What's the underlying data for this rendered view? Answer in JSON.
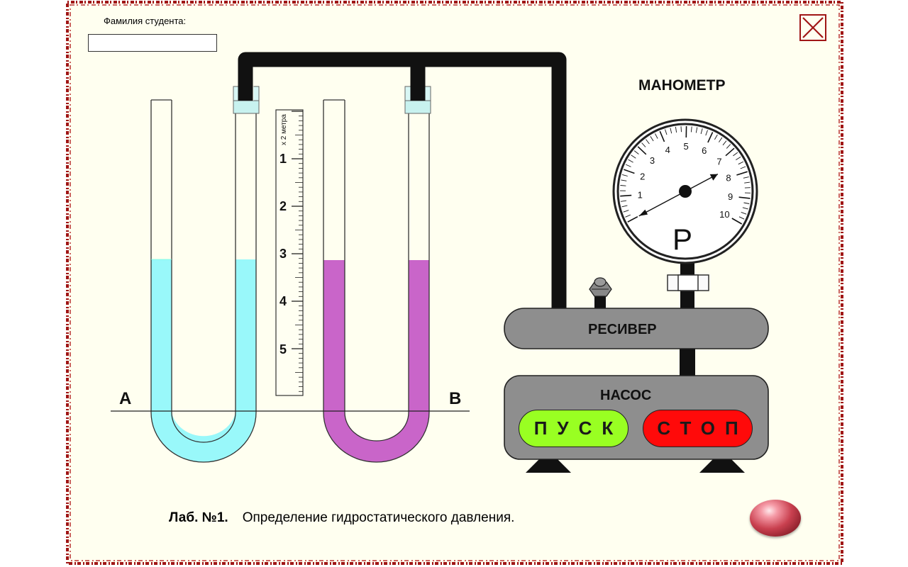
{
  "student": {
    "label": "Фамилия студента:",
    "value": "",
    "placeholder": ""
  },
  "ruler": {
    "unit_label": "x 2 метра",
    "marks": [
      "1",
      "2",
      "3",
      "4",
      "5"
    ]
  },
  "tubes": {
    "left_label": "A",
    "right_label": "B",
    "left_color": "#99f8fa",
    "right_color": "#c965c9"
  },
  "gauge": {
    "title": "МАНОМЕТР",
    "symbol": "P",
    "dial_numbers": [
      "1",
      "2",
      "3",
      "4",
      "5",
      "6",
      "7",
      "8",
      "9",
      "10"
    ],
    "needle_value": 0
  },
  "receiver": {
    "label": "РЕСИВЕР"
  },
  "pump": {
    "label": "НАСОС"
  },
  "buttons": {
    "start_label": "ПУСК",
    "stop_label": "СТОП"
  },
  "footer": {
    "lab_number": "Лаб. №1.",
    "lab_title": "Определение гидростатического давления."
  },
  "colors": {
    "frame": "#a01616",
    "background": "#fffff0",
    "start": "#99ff22",
    "stop": "#ff0a0a",
    "device_gray": "#8e8e8e"
  }
}
